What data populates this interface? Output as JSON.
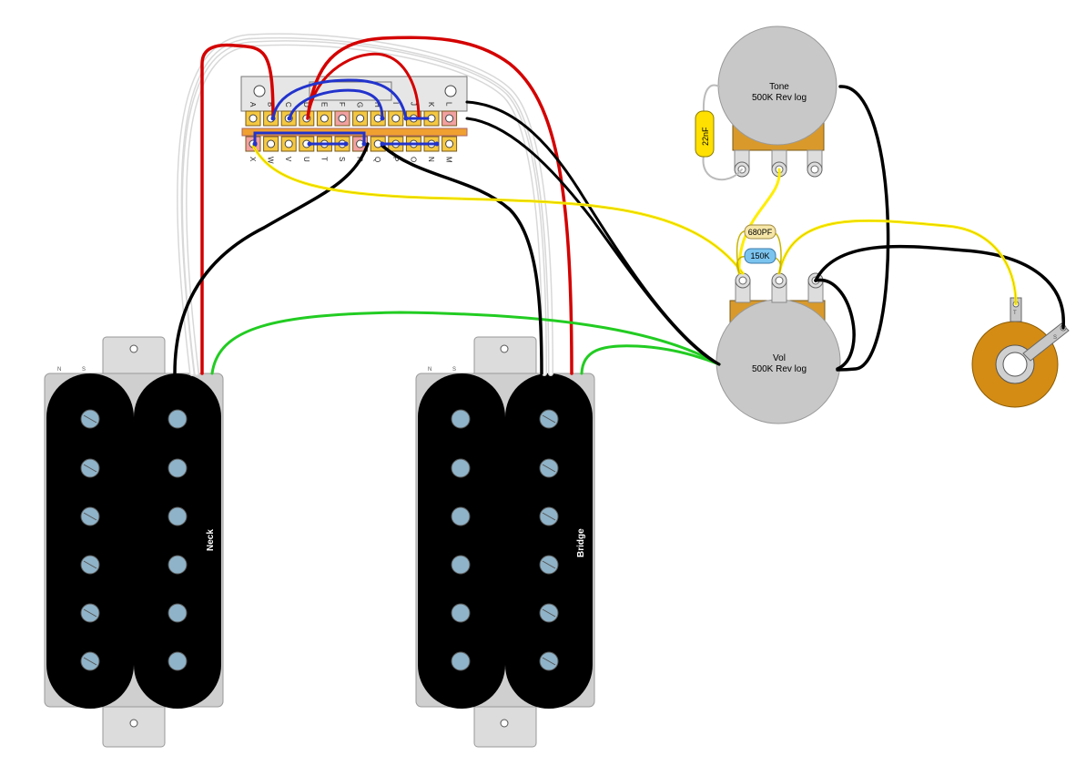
{
  "pickups": {
    "neck": {
      "label": "Neck",
      "coil_left": "N",
      "coil_right": "S"
    },
    "bridge": {
      "label": "Bridge",
      "coil_left": "N",
      "coil_right": "S"
    }
  },
  "switch": {
    "top_row": [
      "A",
      "B",
      "C",
      "D",
      "E",
      "F",
      "G",
      "H",
      "I",
      "J",
      "K",
      "L"
    ],
    "bottom_row": [
      "X",
      "W",
      "V",
      "U",
      "T",
      "S",
      "R",
      "Q",
      "P",
      "O",
      "N",
      "M"
    ]
  },
  "pots": {
    "tone": {
      "name": "Tone",
      "value": "500K Rev log"
    },
    "volume": {
      "name": "Vol",
      "value": "500K Rev log"
    }
  },
  "components": {
    "tone_cap": "22nF",
    "treble_bleed_cap": "680PF",
    "treble_bleed_resistor": "150K"
  },
  "jack": {
    "tip": "T",
    "sleeve": "S"
  },
  "colors": {
    "black": "#000000",
    "red": "#d40000",
    "green": "#22cc22",
    "yellow": "#ffee00",
    "blue": "#2233cc",
    "bare": "#cfcfcf",
    "pot_body": "#c8c8c8",
    "lug_bracket": "#d99a2b",
    "switch_pad": "#f5c842",
    "switch_pad_red": "#f2a0a0",
    "pickup_body": "#000000",
    "pole": "#8fb3c8"
  }
}
